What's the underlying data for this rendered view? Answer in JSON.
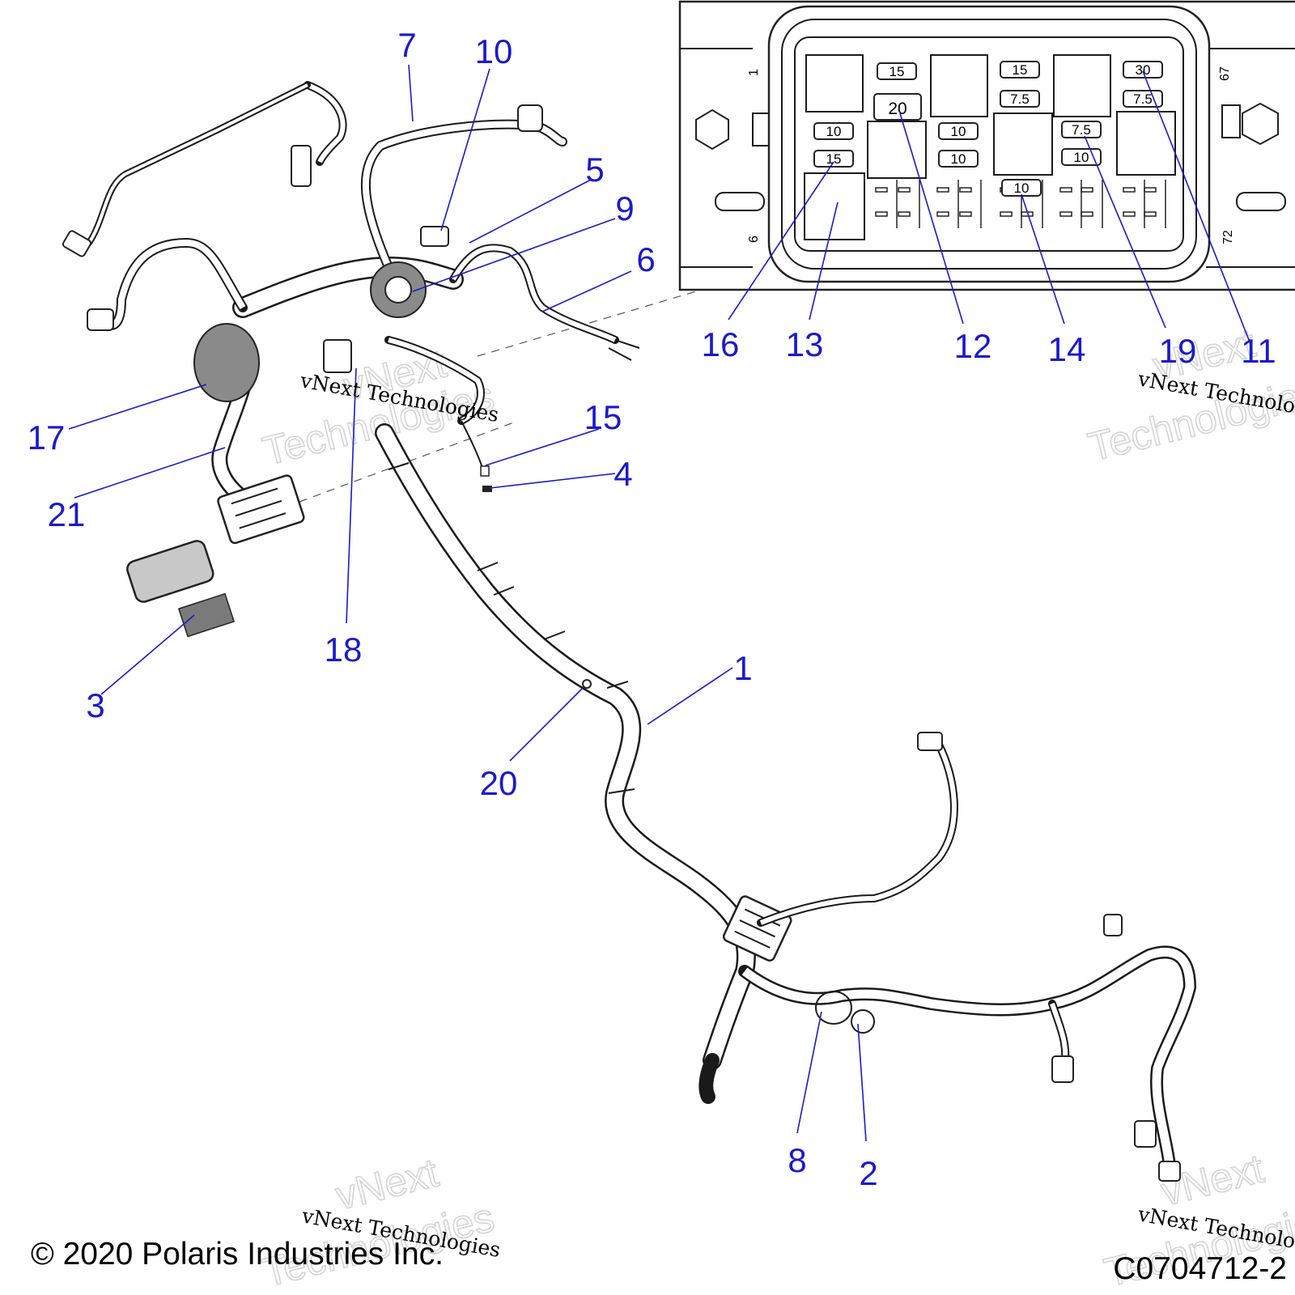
{
  "figure": {
    "callouts": [
      {
        "id": "c1",
        "label": "1"
      },
      {
        "id": "c2",
        "label": "2"
      },
      {
        "id": "c3",
        "label": "3"
      },
      {
        "id": "c4",
        "label": "4"
      },
      {
        "id": "c5",
        "label": "5"
      },
      {
        "id": "c6",
        "label": "6"
      },
      {
        "id": "c7",
        "label": "7"
      },
      {
        "id": "c8",
        "label": "8"
      },
      {
        "id": "c9",
        "label": "9"
      },
      {
        "id": "c10",
        "label": "10"
      },
      {
        "id": "c11",
        "label": "11"
      },
      {
        "id": "c12",
        "label": "12"
      },
      {
        "id": "c13",
        "label": "13"
      },
      {
        "id": "c14",
        "label": "14"
      },
      {
        "id": "c15",
        "label": "15"
      },
      {
        "id": "c16",
        "label": "16"
      },
      {
        "id": "c17",
        "label": "17"
      },
      {
        "id": "c18",
        "label": "18"
      },
      {
        "id": "c19",
        "label": "19"
      },
      {
        "id": "c20",
        "label": "20"
      },
      {
        "id": "c21",
        "label": "21"
      }
    ],
    "fuse_box": {
      "pin_labels": {
        "top_left": "1",
        "top_right": "67",
        "bottom_left": "6",
        "bottom_right": "72"
      },
      "fuses": [
        "15",
        "20",
        "15",
        "7.5",
        "30",
        "7.5",
        "10",
        "15",
        "10",
        "10",
        "7.5",
        "10",
        "10"
      ]
    },
    "watermark": {
      "brand": "vNext Technologies",
      "line1": "vNext",
      "line2": "Technologies"
    },
    "footer": {
      "copyright": "© 2020 Polaris Industries Inc.",
      "drawing_number": "C0704712-2"
    }
  },
  "colors": {
    "callout": "#1a1acc",
    "line": "#1a1a1a",
    "gray_part": "#8a8a8a",
    "watermark_outline": "#d4d4d4"
  }
}
